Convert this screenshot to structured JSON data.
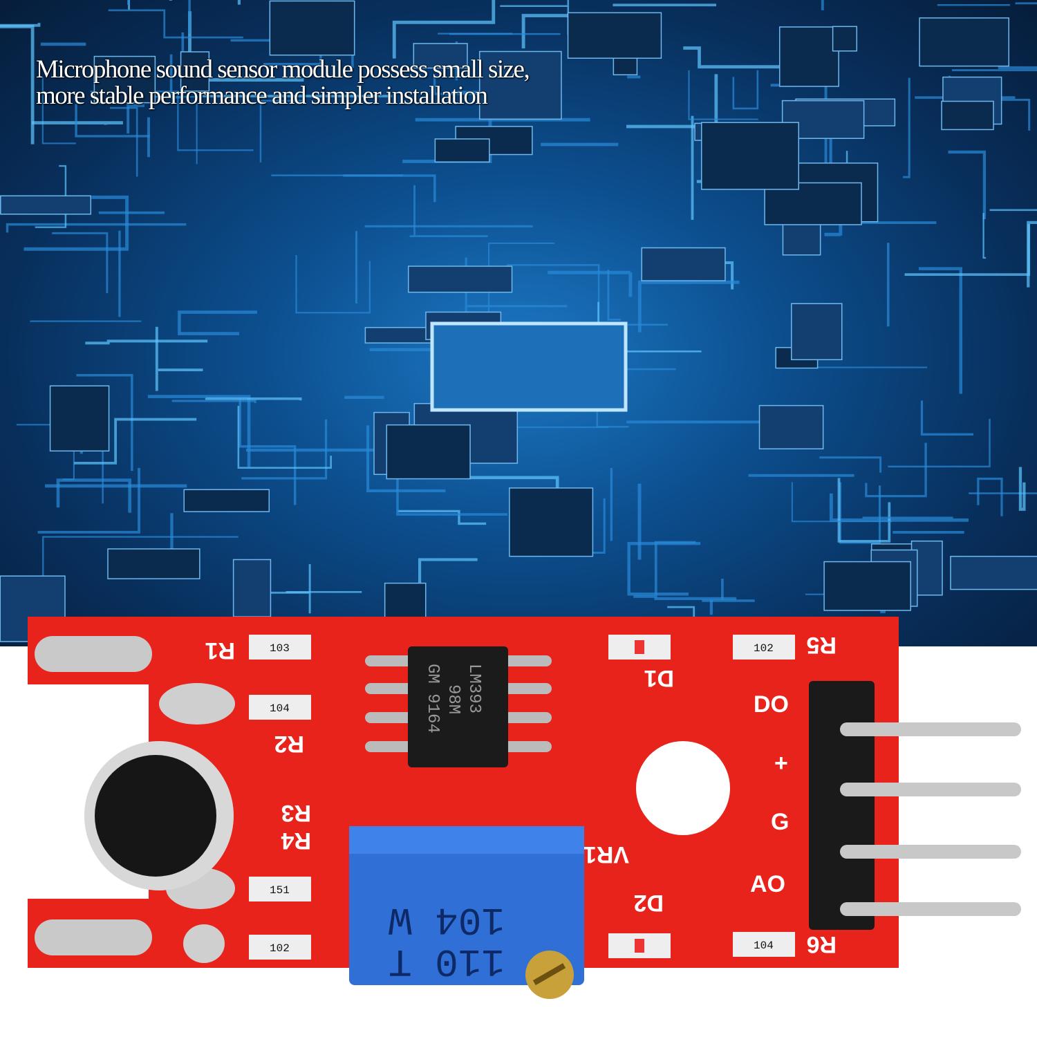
{
  "caption": {
    "line1": "Microphone sound sensor module possess small size,",
    "line2": "more stable performance and simpler installation"
  },
  "board": {
    "chip": {
      "line1": "LM393",
      "line2": "98M",
      "line3": "GM 9164"
    },
    "labels": {
      "r1": "R1",
      "r2": "R2",
      "r3": "R3",
      "r4": "R4",
      "r5": "R5",
      "r6": "R6",
      "d1": "D1",
      "d2": "D2",
      "vr1": "VR1"
    },
    "pins": [
      "DO",
      "+",
      "G",
      "AO"
    ],
    "resistors": {
      "r1": "103",
      "r2": "104",
      "r3": "151",
      "r4": "102",
      "r5": "102",
      "r6": "104"
    },
    "pot": {
      "line1": "110 T",
      "line2": "104 W"
    },
    "colors": {
      "board": "#e8231c",
      "pot": "#2f6fd6",
      "background": "#0c4f8f"
    }
  }
}
